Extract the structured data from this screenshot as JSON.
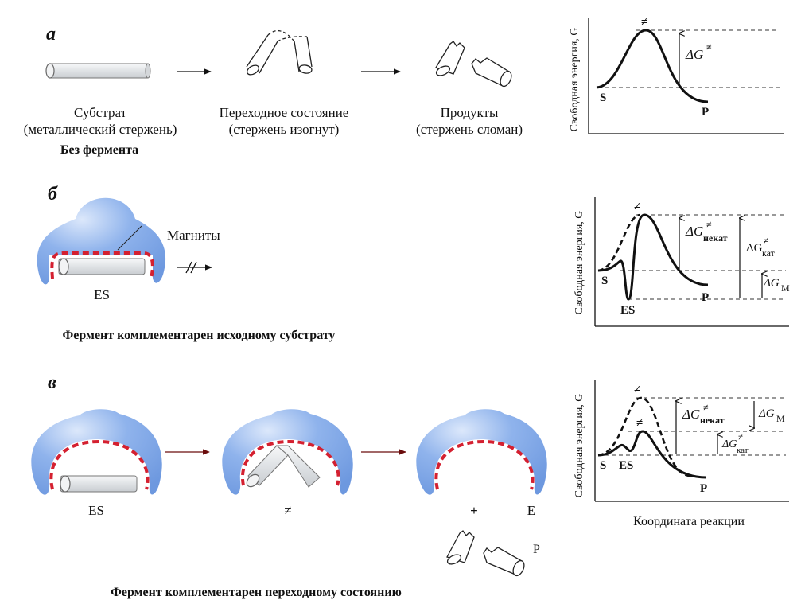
{
  "panel_a": {
    "letter": "а",
    "substrate_label_1": "Субстрат",
    "substrate_label_2": "(металлический стержень)",
    "transition_label_1": "Переходное состояние",
    "transition_label_2": "(стержень изогнут)",
    "products_label_1": "Продукты",
    "products_label_2": "(стержень сломан)",
    "caption": "Без фермента",
    "graph": {
      "ylabel": "Свободная энергия, G",
      "ts_mark": "≠",
      "dg_label": "ΔG",
      "dg_sup": "≠",
      "s_label": "S",
      "p_label": "P"
    }
  },
  "panel_b": {
    "letter": "б",
    "magnets_label": "Магниты",
    "es_label": "ES",
    "caption": "Фермент комплементарен исходному субстрату",
    "graph": {
      "ylabel": "Свободная энергия, G",
      "ts_mark": "≠",
      "dg_uncat_label": "ΔG",
      "dg_uncat_sup": "≠",
      "dg_uncat_sub": "некат",
      "dg_cat_label": "ΔG",
      "dg_cat_sup": "≠",
      "dg_cat_sub": "кат",
      "dg_m_label": "ΔG",
      "dg_m_sub": "M",
      "s_label": "S",
      "es_label": "ES",
      "p_label": "P"
    }
  },
  "panel_c": {
    "letter": "в",
    "es_label": "ES",
    "ts_label": "≠",
    "plus_label": "+",
    "e_label": "E",
    "p_label": "P",
    "caption": "Фермент комплементарен переходному состоянию",
    "graph": {
      "ylabel": "Свободная энергия, G",
      "ts_mark_uncat": "≠",
      "ts_mark_cat": "≠",
      "dg_uncat_label": "ΔG",
      "dg_uncat_sup": "≠",
      "dg_uncat_sub": "некат",
      "dg_m_label": "ΔG",
      "dg_m_sub": "M",
      "dg_cat_label": "ΔG",
      "dg_cat_sup": "≠",
      "dg_cat_sub": "кат",
      "s_label": "S",
      "es_label": "ES",
      "p_label": "P",
      "xlabel": "Координата реакции"
    }
  },
  "colors": {
    "enzyme_fill": "#7ea7e8",
    "enzyme_light": "#c3d7f5",
    "magnet": "#d42030",
    "rod_fill": "#e8eaec",
    "arrow_red": "#8a1010"
  }
}
